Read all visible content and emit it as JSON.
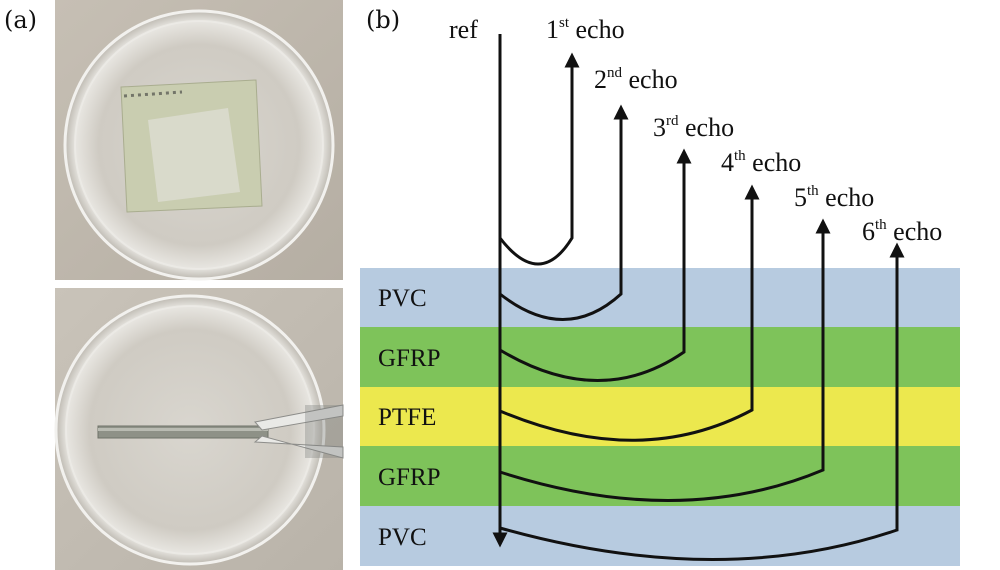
{
  "panels": {
    "a_label": "(a)",
    "b_label": "(b)"
  },
  "photos": {
    "top": "petri dish with square composite sample (top view)",
    "bottom": "petri dish with thin composite strip held by tweezers"
  },
  "ref_label": "ref",
  "layers": [
    {
      "name": "PVC",
      "color": "#b7cbe0"
    },
    {
      "name": "GFRP",
      "color": "#7ec35a"
    },
    {
      "name": "PTFE",
      "color": "#ece84e"
    },
    {
      "name": "GFRP",
      "color": "#7ec35a"
    },
    {
      "name": "PVC",
      "color": "#b7cbe0"
    }
  ],
  "echoes": [
    {
      "num": "1",
      "sup": "st",
      "word": "echo"
    },
    {
      "num": "2",
      "sup": "nd",
      "word": "echo"
    },
    {
      "num": "3",
      "sup": "rd",
      "word": "echo"
    },
    {
      "num": "4",
      "sup": "th",
      "word": "echo"
    },
    {
      "num": "5",
      "sup": "th",
      "word": "echo"
    },
    {
      "num": "6",
      "sup": "th",
      "word": "echo"
    }
  ]
}
